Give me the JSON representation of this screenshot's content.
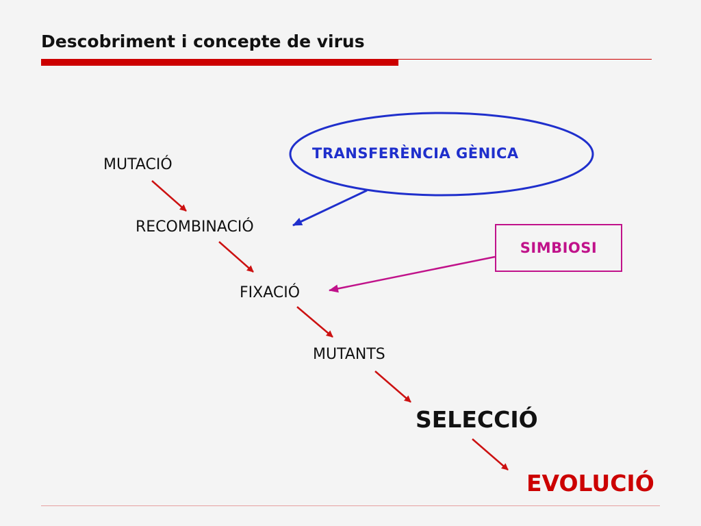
{
  "slide": {
    "title": "Descobriment i concepte de virus"
  },
  "diagram": {
    "steps": {
      "mutacio": "MUTACIÓ",
      "recombinacio": "RECOMBINACIÓ",
      "fixacio": "FIXACIÓ",
      "mutants": "MUTANTS",
      "seleccio": "SELECCIÓ",
      "evolucio": "EVOLUCIÓ"
    },
    "influences": {
      "transferencia": "TRANSFERÈNCIA GÈNICA",
      "simbiosi": "SIMBIOSI"
    },
    "edges": [
      {
        "from": "MUTACIÓ",
        "to": "RECOMBINACIÓ"
      },
      {
        "from": "RECOMBINACIÓ",
        "to": "FIXACIÓ"
      },
      {
        "from": "FIXACIÓ",
        "to": "MUTANTS"
      },
      {
        "from": "MUTANTS",
        "to": "SELECCIÓ"
      },
      {
        "from": "SELECCIÓ",
        "to": "EVOLUCIÓ"
      },
      {
        "from": "TRANSFERÈNCIA GÈNICA",
        "to": "RECOMBINACIÓ"
      },
      {
        "from": "SIMBIOSI",
        "to": "FIXACIÓ"
      }
    ]
  },
  "colors": {
    "accent": "#cc0000",
    "arrow": "#cc1111",
    "blue": "#1f2fcc",
    "magenta": "#c0128a"
  }
}
